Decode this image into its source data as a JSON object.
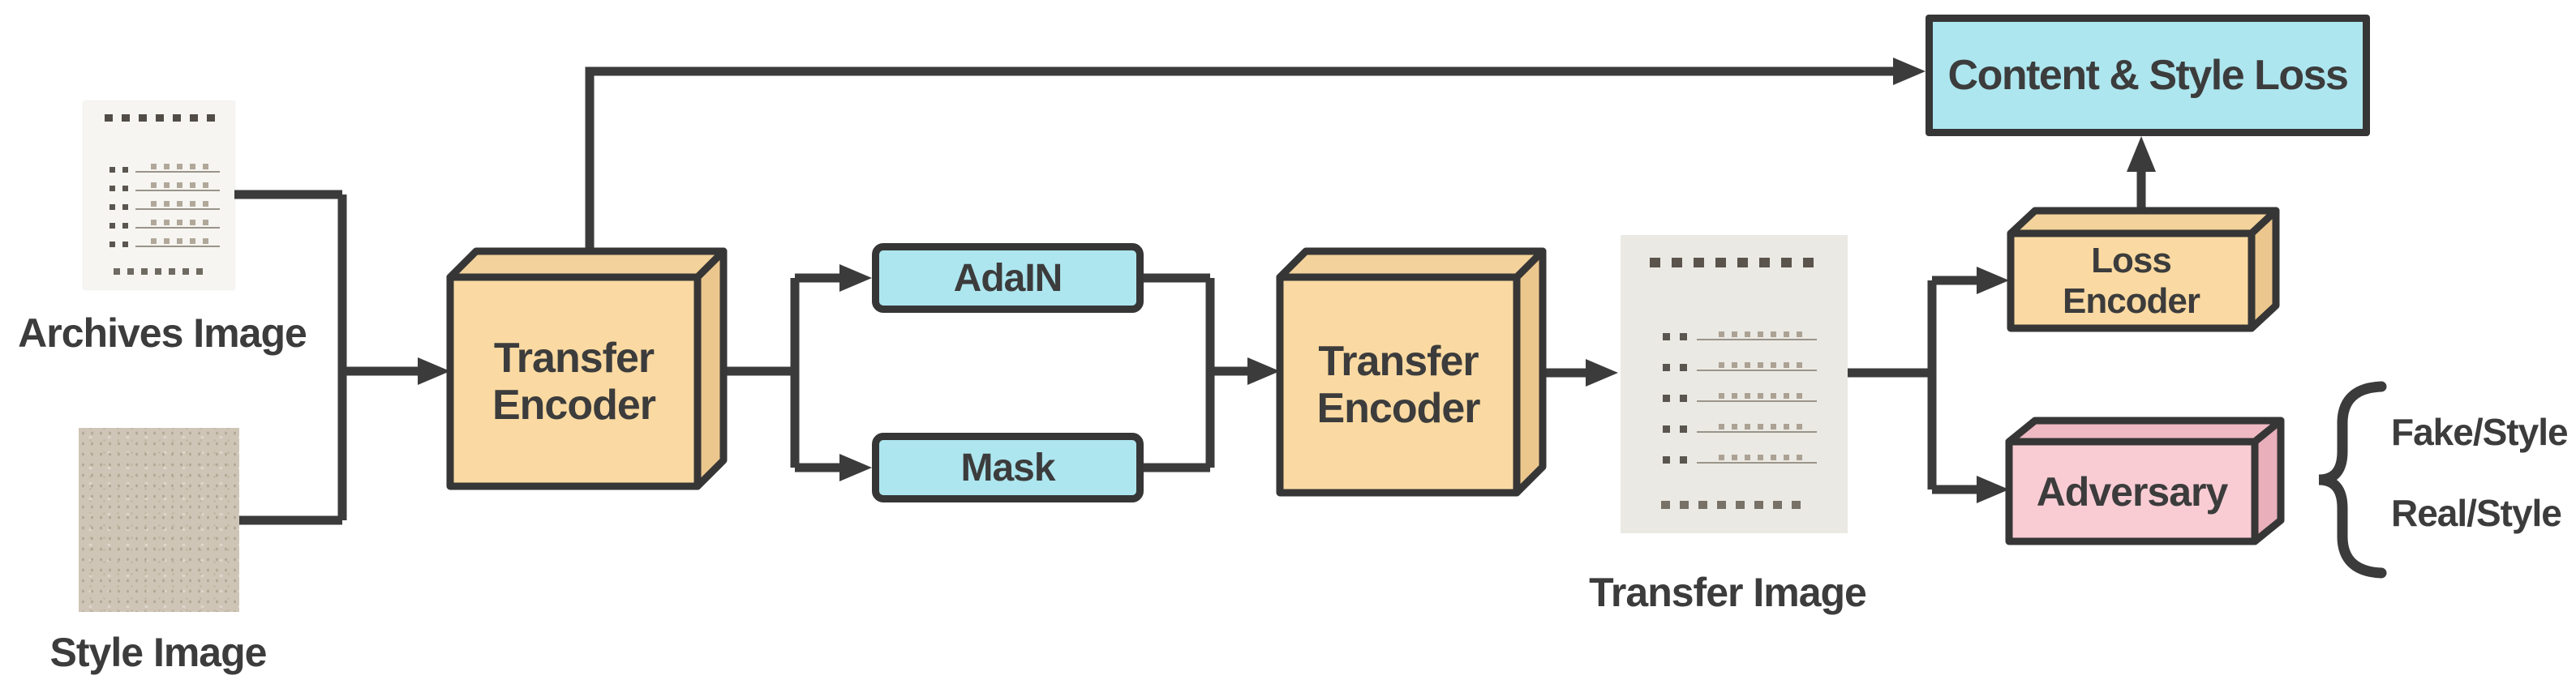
{
  "figure": {
    "inputs": {
      "archives_caption": "Archives Image",
      "style_caption": "Style Image"
    },
    "nodes": {
      "transfer_encoder_1": "Transfer\nEncoder",
      "adain": "AdaIN",
      "mask": "Mask",
      "transfer_encoder_2": "Transfer\nEncoder",
      "loss_encoder": "Loss\nEncoder",
      "content_style_loss": "Content & Style Loss",
      "adversary": "Adversary"
    },
    "transfer_caption": "Transfer Image",
    "adversary_outputs": {
      "fake": "Fake/Style",
      "real": "Real/Style"
    },
    "colors": {
      "encoder_front": "#fadaa2",
      "encoder_top": "#f3d29b",
      "encoder_side": "#ecc78d",
      "process_fill": "#ade6ef",
      "adversary_front": "#f9ccd4",
      "adversary_top": "#efb9c3",
      "adversary_side": "#e9afbb",
      "wire": "#3b3b3b"
    }
  }
}
